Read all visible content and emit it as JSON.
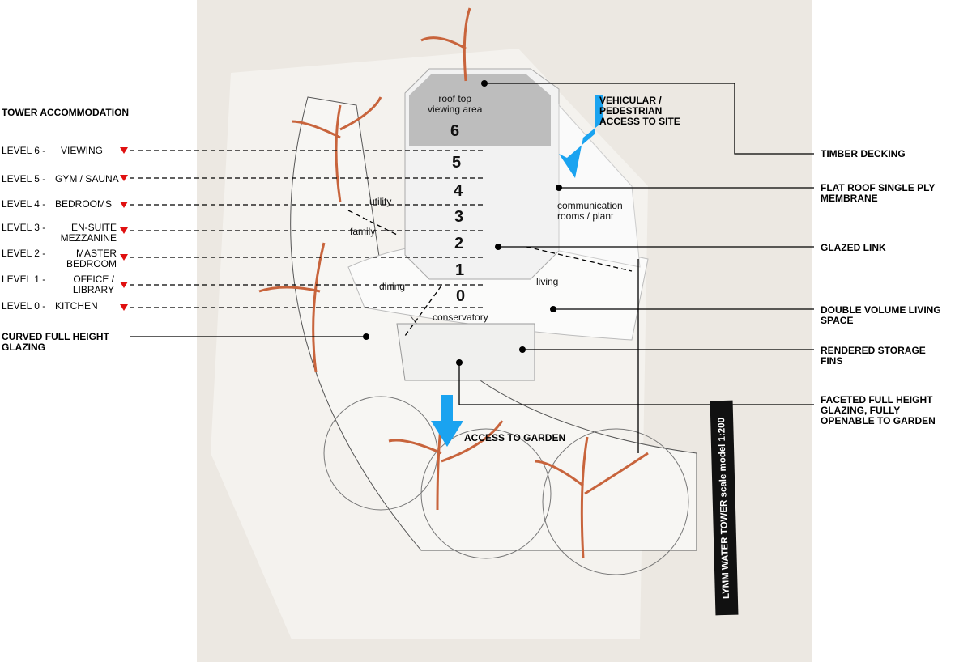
{
  "title": "TOWER ACCOMMODATION",
  "levels": [
    {
      "level": "LEVEL 6 -",
      "use": "VIEWING"
    },
    {
      "level": "LEVEL 5 -",
      "use": "GYM / SAUNA"
    },
    {
      "level": "LEVEL 4 -",
      "use": "BEDROOMS"
    },
    {
      "level": "LEVEL 3 -",
      "use": "EN-SUITE\nMEZZANINE"
    },
    {
      "level": "LEVEL 2 -",
      "use": "MASTER\nBEDROOM"
    },
    {
      "level": "LEVEL 1 -",
      "use": "OFFICE /\nLIBRARY"
    },
    {
      "level": "LEVEL 0 -",
      "use": "KITCHEN"
    }
  ],
  "left_callout": "CURVED FULL HEIGHT\nGLAZING",
  "right_callouts": {
    "vehicular": "VEHICULAR /\nPEDESTRIAN\nACCESS TO SITE",
    "timber": "TIMBER DECKING",
    "flat_roof": "FLAT ROOF SINGLE PLY\nMEMBRANE",
    "glazed_link": "GLAZED LINK",
    "double_volume": "DOUBLE VOLUME LIVING\nSPACE",
    "storage": "RENDERED STORAGE\nFINS",
    "faceted": "FACETED FULL HEIGHT\nGLAZING, FULLY\nOPENABLE TO GARDEN",
    "garden": "ACCESS TO GARDEN"
  },
  "rooms": {
    "roof": "roof top\nviewing area",
    "utility": "utility",
    "family": "family",
    "dining": "dining",
    "living": "living",
    "conservatory": "conservatory",
    "comms": "communication\nrooms / plant"
  },
  "floor_numbers": [
    "6",
    "5",
    "4",
    "3",
    "2",
    "1",
    "0"
  ],
  "model_tag": "LYMM WATER TOWER scale model 1:200",
  "colors": {
    "arrow": "#1aa3f0",
    "marker": "#e01010",
    "tree": "#c8643c"
  }
}
